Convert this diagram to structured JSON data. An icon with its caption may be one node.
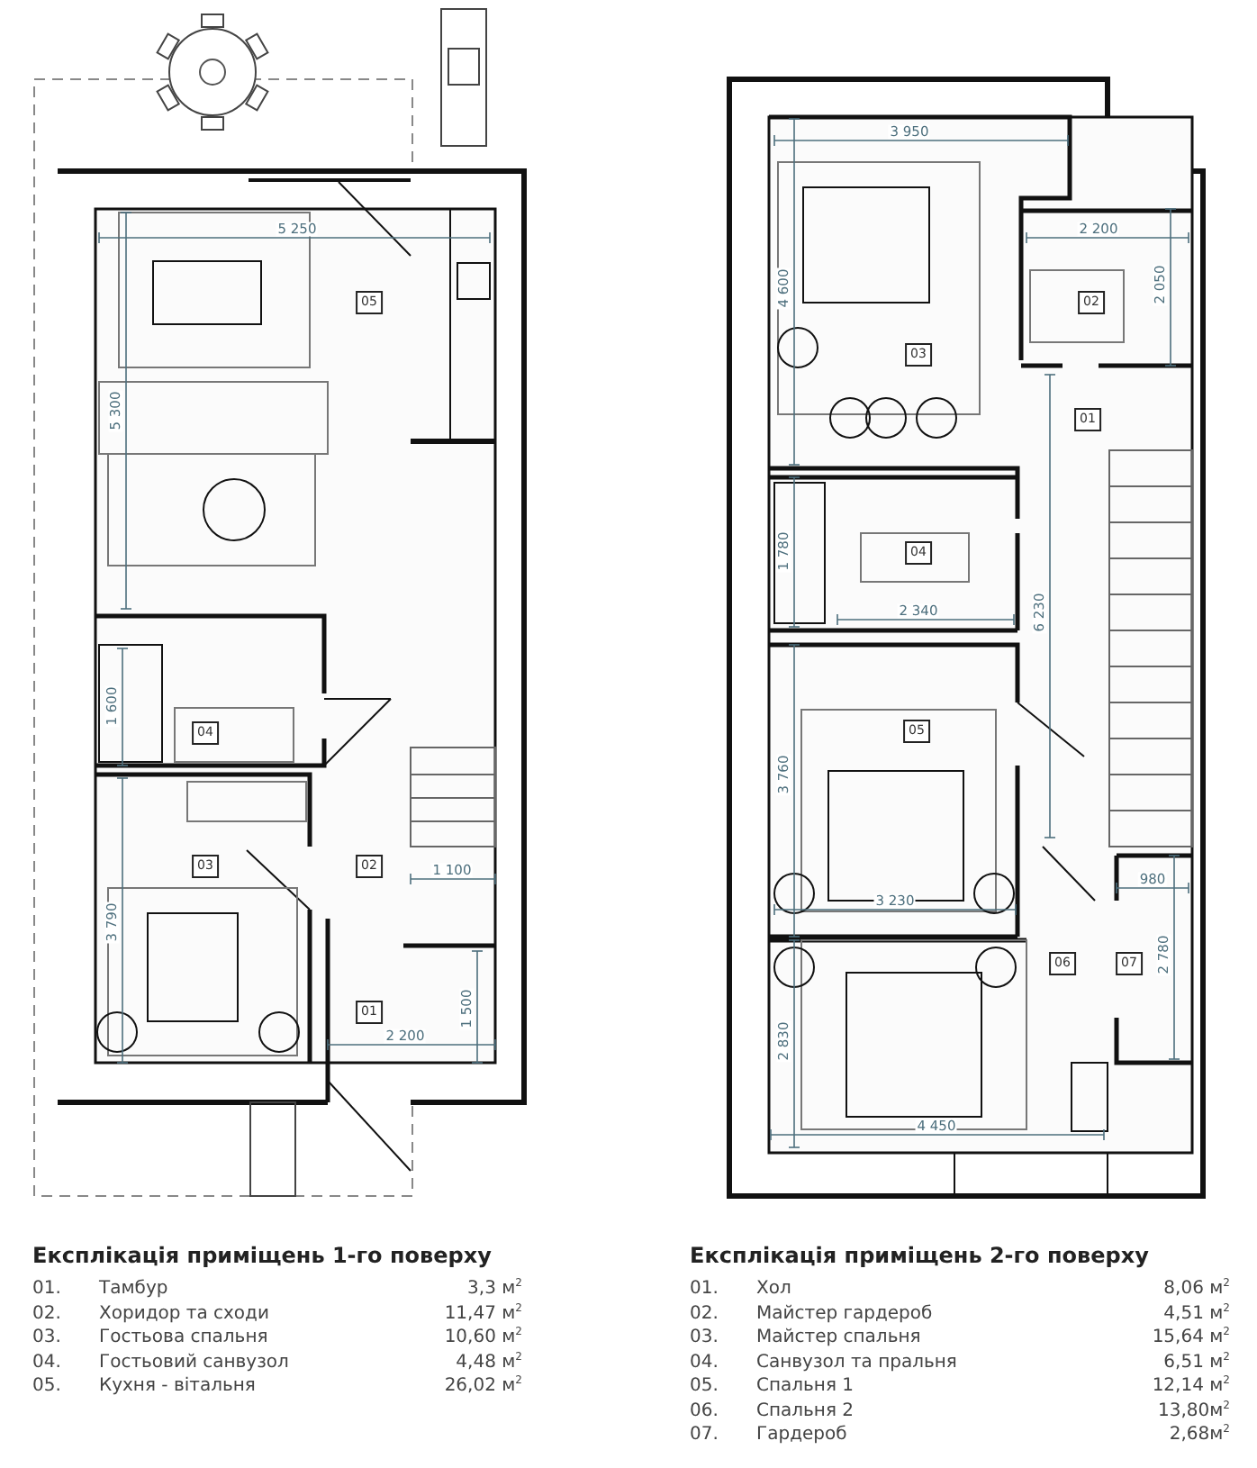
{
  "diagram": {
    "nodes": [
      {
        "text": [
          "05"
        ]
      },
      {
        "text": [
          "04"
        ]
      },
      {
        "text": [
          "03"
        ]
      },
      {
        "text": [
          "02"
        ]
      },
      {
        "text": [
          "01"
        ]
      },
      {
        "text": [
          "03"
        ]
      },
      {
        "text": [
          "02"
        ]
      },
      {
        "text": [
          "01"
        ]
      },
      {
        "text": [
          "04"
        ]
      },
      {
        "text": [
          "05"
        ]
      },
      {
        "text": [
          "06"
        ]
      },
      {
        "text": [
          "07"
        ]
      }
    ],
    "labels": [
      "5 250",
      "5 300",
      "1 600",
      "3 790",
      "1 100",
      "2 200",
      "1 500",
      "3 950",
      "4 600",
      "2 200",
      "2 050",
      "1 780",
      "2 340",
      "6 230",
      "3 760",
      "3 230",
      "980",
      "2 780",
      "2 830",
      "4 450",
      "Експлікація приміщень 1-го поверху",
      "01.",
      "Тамбур",
      "3,3 м$^{2}$",
      "02.",
      "Хоридор та сходи",
      "11,47 м$^{2}$",
      "03.",
      "Гостьова спальня",
      "10,60 м$^{2}$",
      "04.",
      "Гостьовий санвузол",
      "4,48 м$^{2}$",
      "05.",
      "Кухня - вітальня",
      "26,02 м$^{2}$",
      "Експлікація приміщень 2-го поверху",
      "01.",
      "Хол",
      "8,06 м$^{2}$",
      "02.",
      "Майстер гардероб",
      "4,51 м$^{2}$",
      "03.",
      "Майстер спальня",
      "15,64 м$^{2}$",
      "04.",
      "Санвузол та пральня",
      "6,51 м$^{2}$",
      "05.",
      "Спальня 1",
      "12,14 м$^{2}$",
      "06.",
      "Спальня 2",
      "13,80м$^{2}$",
      "07.",
      "Гардероб",
      "2,68м$^{2}$"
    ]
  }
}
